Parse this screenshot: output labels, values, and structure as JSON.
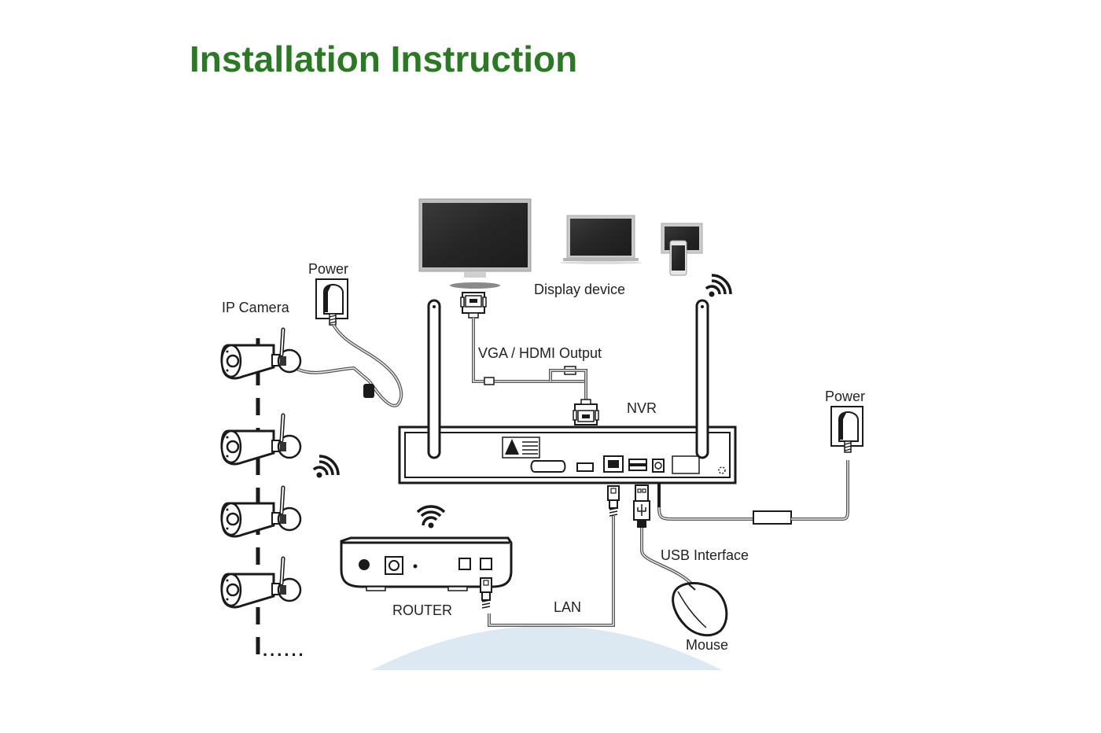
{
  "title": "Installation Instruction",
  "colors": {
    "title": "#2a7a23",
    "line": "#1a1a1a",
    "screen": "#2b2b2b",
    "floor": "#dce9f2"
  },
  "labels": {
    "ip_camera": "IP Camera",
    "camera_power": "Power",
    "display_device": "Display device",
    "vga_hdmi": "VGA / HDMI Output",
    "nvr": "NVR",
    "nvr_power": "Power",
    "router": "ROUTER",
    "lan": "LAN",
    "usb": "USB Interface",
    "mouse": "Mouse",
    "more_cameras": "......"
  },
  "icons": [
    "wifi-icon",
    "monitor-icon",
    "laptop-icon",
    "tablet-icon",
    "phone-icon",
    "camera-icon",
    "power-adapter-icon",
    "nvr-icon",
    "router-icon",
    "mouse-icon",
    "usb-plug-icon",
    "rj45-plug-icon",
    "vga-plug-icon",
    "caution-label-icon"
  ]
}
